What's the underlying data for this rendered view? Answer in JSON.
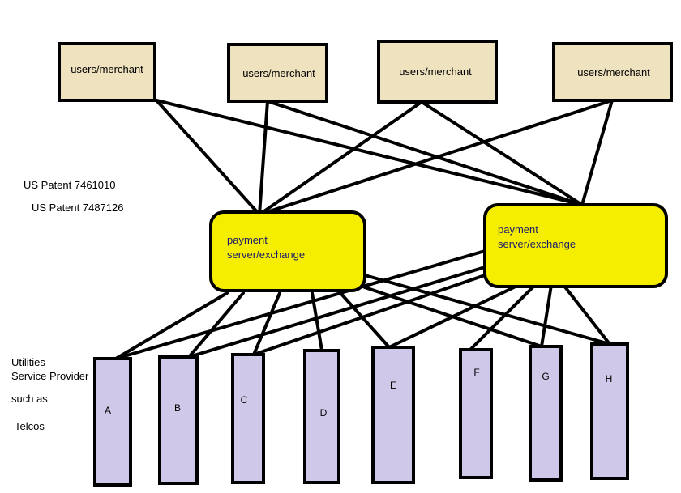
{
  "colors": {
    "user_box": "#eee2bf",
    "server_box": "#f5ee00",
    "provider_bar": "#cfc8e8",
    "stroke": "#000000",
    "server_text": "#1a1a6e"
  },
  "users": [
    {
      "label": "users/merchant"
    },
    {
      "label": "users/merchant"
    },
    {
      "label": "users/merchant"
    },
    {
      "label": "users/merchant"
    }
  ],
  "servers": [
    {
      "line1": "payment",
      "line2": "server/exchange"
    },
    {
      "line1": "payment",
      "line2": "server/exchange"
    }
  ],
  "providers": [
    {
      "label": "A"
    },
    {
      "label": "B"
    },
    {
      "label": "C"
    },
    {
      "label": "D"
    },
    {
      "label": "E"
    },
    {
      "label": "F"
    },
    {
      "label": "G"
    },
    {
      "label": "H"
    }
  ],
  "patents": [
    "US Patent 7461010",
    "US Patent 7487126"
  ],
  "side_labels": [
    "Utilities",
    "Service Provider",
    "such as",
    "Telcos"
  ]
}
